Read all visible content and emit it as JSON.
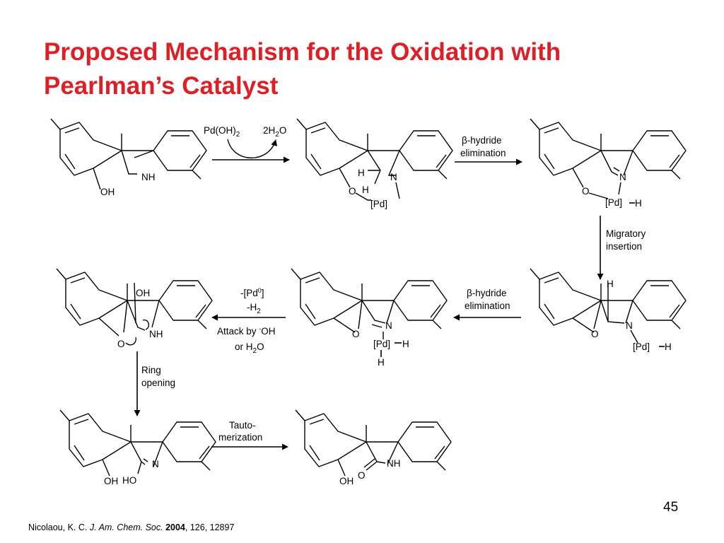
{
  "slide": {
    "title_line1": "Proposed Mechanism for the Oxidation with",
    "title_line2": "Pearlman’s Catalyst",
    "title_color": "#dd1f26",
    "page_number": "45"
  },
  "citation": {
    "authors": "Nicolaou, K. C.",
    "journal": "J. Am. Chem. Soc.",
    "year": "2004",
    "rest": ", 126, 12897"
  },
  "arrows": {
    "step1_reagent_main": "Pd(OH)",
    "step1_reagent_sub": "2",
    "step1_byproduct_main": "2H",
    "step1_byproduct_sub": "2",
    "step1_byproduct_end": "O",
    "step2_beta": "β",
    "step2_line1": "-hydride",
    "step2_line2": "elimination",
    "step3_line1": "Migratory",
    "step3_line2": "insertion",
    "step4_beta": "β",
    "step4_line1": "-hydride",
    "step4_line2": "elimination",
    "step5_pd_main": "-[Pd",
    "step5_pd_sup": "0",
    "step5_pd_end": "]",
    "step5_h2_main": "-H",
    "step5_h2_sub": "2",
    "step5_attack_main": "Attack by ",
    "step5_attack_sup": "-",
    "step5_attack_end": "OH",
    "step5_or_main": "or H",
    "step5_or_sub": "2",
    "step5_or_end": "O",
    "step6_line1": "Ring",
    "step6_line2": "opening",
    "step7_line1": "Tauto-",
    "step7_line2": "merization"
  },
  "atoms": {
    "nh": "NH",
    "oh": "OH",
    "n": "N",
    "o": "O",
    "h": "H",
    "pd": "[Pd]",
    "ho": "HO"
  }
}
